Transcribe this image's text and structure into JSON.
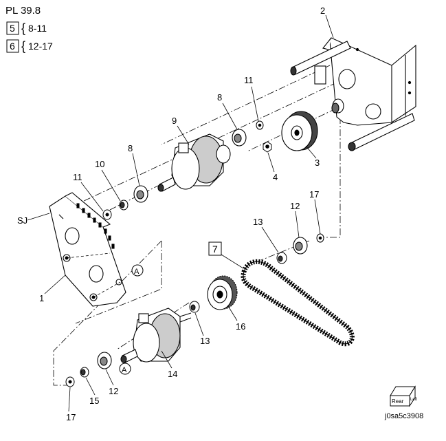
{
  "header": {
    "plate_ref": "PL 39.8",
    "kits": [
      {
        "kit_no": "5",
        "range": "8-11"
      },
      {
        "kit_no": "6",
        "range": "12-17"
      }
    ]
  },
  "callouts": [
    {
      "id": "c2",
      "text": "2"
    },
    {
      "id": "c11a",
      "text": "11"
    },
    {
      "id": "c8a",
      "text": "8"
    },
    {
      "id": "c9",
      "text": "9"
    },
    {
      "id": "c3",
      "text": "3"
    },
    {
      "id": "c4",
      "text": "4"
    },
    {
      "id": "c8b",
      "text": "8"
    },
    {
      "id": "c10",
      "text": "10"
    },
    {
      "id": "c11b",
      "text": "11"
    },
    {
      "id": "cSJ",
      "text": "SJ"
    },
    {
      "id": "c1",
      "text": "1"
    },
    {
      "id": "c12a",
      "text": "12"
    },
    {
      "id": "c17a",
      "text": "17"
    },
    {
      "id": "c13a",
      "text": "13"
    },
    {
      "id": "c16",
      "text": "16"
    },
    {
      "id": "c13b",
      "text": "13"
    },
    {
      "id": "c14",
      "text": "14"
    },
    {
      "id": "c12b",
      "text": "12"
    },
    {
      "id": "c15",
      "text": "15"
    },
    {
      "id": "c17b",
      "text": "17"
    }
  ],
  "belt_callout": "7",
  "connector_label": "A",
  "orientation_cube": {
    "face1": "Rear",
    "face2": "Left"
  },
  "figure_id": "j0sa5c3908"
}
